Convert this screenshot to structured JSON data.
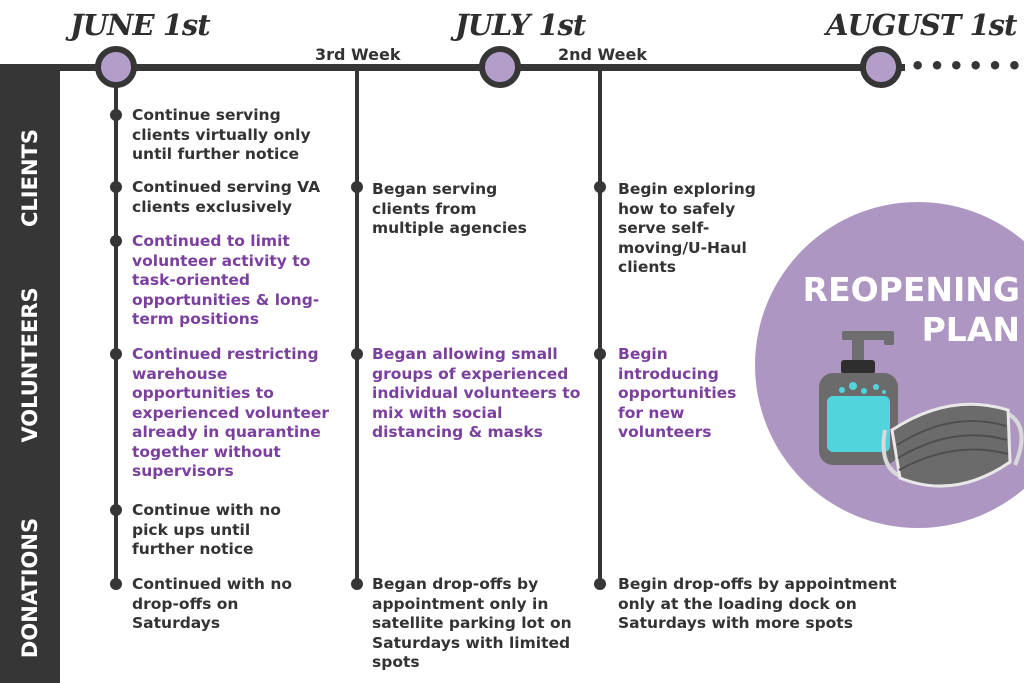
{
  "timeline": {
    "milestones": [
      "JUNE 1st",
      "JULY 1st",
      "AUGUST 1st"
    ],
    "weeks": [
      "3rd Week",
      "2nd Week"
    ],
    "continuation": "•••••••"
  },
  "categories": [
    "CLIENTS",
    "VOLUNTEERS",
    "DONATIONS"
  ],
  "columns": {
    "june": [
      {
        "text": "Continue serving clients virtually only until further notice",
        "category": "clients"
      },
      {
        "text": "Continued serving VA clients exclusively",
        "category": "clients"
      },
      {
        "text": "Continued to limit volunteer activity to task-oriented opportunities & long-term positions",
        "category": "volunteers"
      },
      {
        "text": "Continued restricting warehouse opportunities to experienced volunteer already in quarantine together without supervisors",
        "category": "volunteers"
      },
      {
        "text": "Continue with no pick ups until further notice",
        "category": "donations"
      },
      {
        "text": "Continued with no drop-offs on Saturdays",
        "category": "donations"
      }
    ],
    "june_week3": [
      {
        "text": "Began serving clients from multiple agencies",
        "category": "clients"
      },
      {
        "text": "Began allowing small groups of experienced individual volunteers to mix with social distancing & masks",
        "category": "volunteers"
      },
      {
        "text": "Began drop-offs by appointment only in satellite parking lot on Saturdays with limited spots",
        "category": "donations"
      }
    ],
    "july_week2": [
      {
        "text": "Begin exploring how to safely serve self-moving/U-Haul clients",
        "category": "clients"
      },
      {
        "text": "Begin introducing opportunities for new volunteers",
        "category": "volunteers"
      },
      {
        "text": "Begin drop-offs by appointment only at the loading dock on Saturdays with more spots",
        "category": "donations"
      }
    ]
  },
  "plan": {
    "title_line1": "REOPENING",
    "title_line2": "PLAN",
    "icons": [
      "soap-dispenser-icon",
      "face-mask-icon"
    ]
  },
  "colors": {
    "dark": "#363636",
    "purple_accent": "#7b3f9e",
    "circle_fill": "#ad97c2",
    "soap_blue": "#52d4dc"
  }
}
